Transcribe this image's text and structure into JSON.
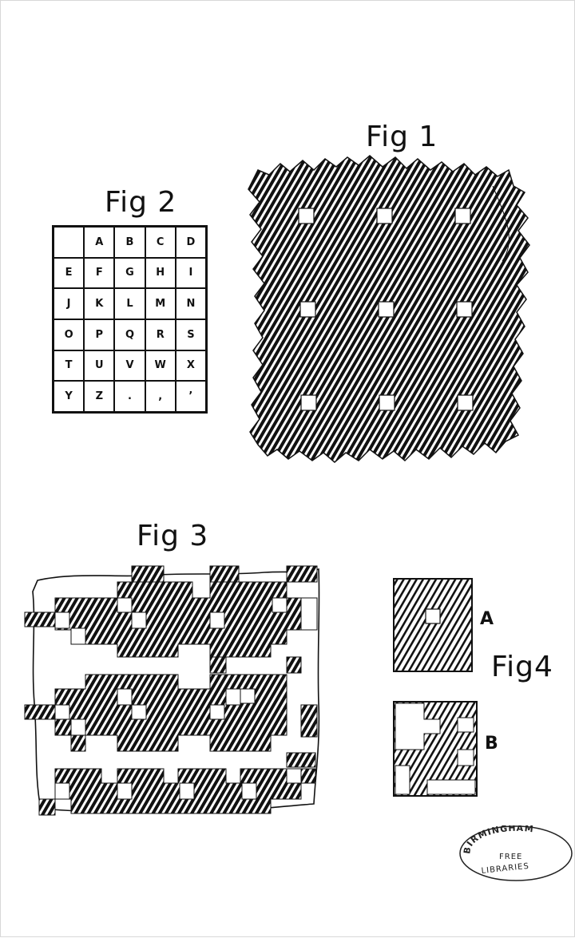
{
  "figures": {
    "fig1": "Fig 1",
    "fig2": "Fig 2",
    "fig3": "Fig 3",
    "fig4": "Fig4",
    "fig4_a": "A",
    "fig4_b": "B"
  },
  "fig2_grid": [
    [
      "",
      "A",
      "B",
      "C",
      "D"
    ],
    [
      "E",
      "F",
      "G",
      "H",
      "I"
    ],
    [
      "J",
      "K",
      "L",
      "M",
      "N"
    ],
    [
      "O",
      "P",
      "Q",
      "R",
      "S"
    ],
    [
      "T",
      "U",
      "V",
      "W",
      "X"
    ],
    [
      "Y",
      "Z",
      ".",
      ",",
      "’"
    ]
  ],
  "stamp": {
    "line1": "BIRMINGHAM",
    "line2": "FREE",
    "line3": "LIBRARIES"
  },
  "colors": {
    "ink": "#111111",
    "paper": "#ffffff"
  }
}
